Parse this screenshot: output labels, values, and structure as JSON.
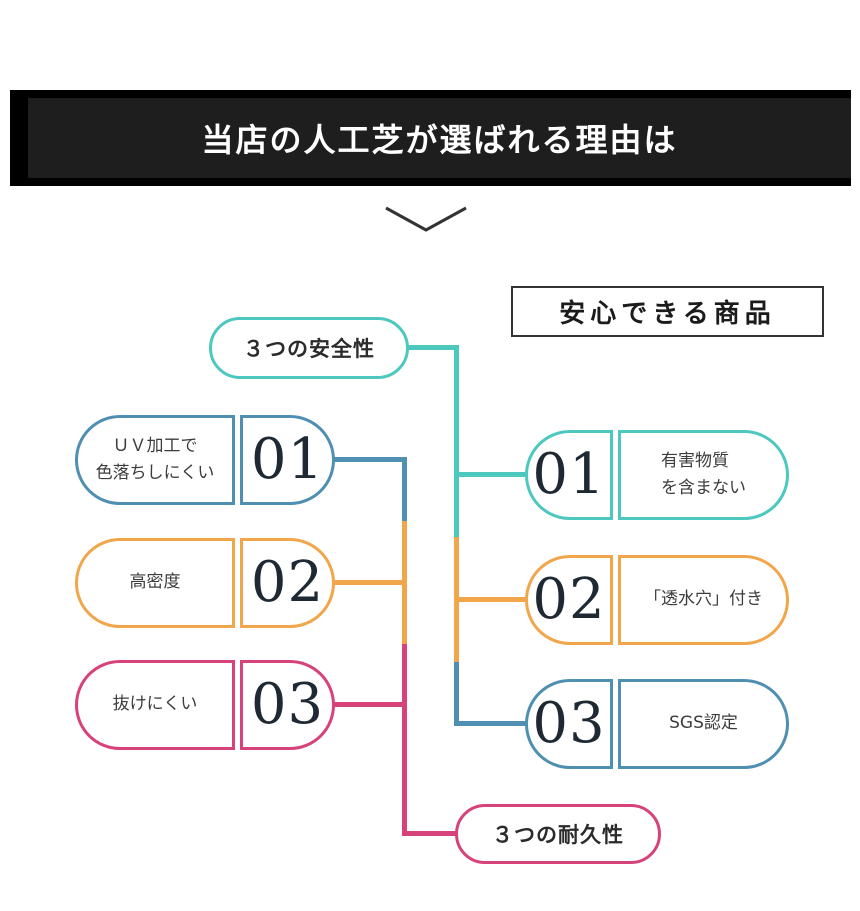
{
  "banner": {
    "title": "当店の人工芝が選ばれる理由は"
  },
  "headings": {
    "safe_product": "安心できる商品",
    "safety_group": "３つの安全性",
    "durability_group": "３つの耐久性"
  },
  "left_items": [
    {
      "number": "01",
      "line1": "ＵＶ加工で",
      "line2": "色落ちしにくい",
      "color": "#4e8fb2"
    },
    {
      "number": "02",
      "line1": "高密度",
      "line2": "",
      "color": "#f2a64b"
    },
    {
      "number": "03",
      "line1": "抜けにくい",
      "line2": "",
      "color": "#d64279"
    }
  ],
  "right_items": [
    {
      "number": "01",
      "line1": "有害物質",
      "line2": "を含まない",
      "color": "#4cc8bf"
    },
    {
      "number": "02",
      "line1": "「透水穴」付き",
      "line2": "",
      "color": "#f2a64b"
    },
    {
      "number": "03",
      "line1": "SGS認定",
      "line2": "",
      "color": "#4e8fb2"
    }
  ],
  "colors": {
    "teal": "#4cc8bf",
    "blue": "#4e8fb2",
    "orange": "#f2a64b",
    "pink": "#d64279",
    "number_dark": "#1f2933",
    "banner_bg": "#1e1e1e",
    "banner_shadow": "#000000"
  }
}
